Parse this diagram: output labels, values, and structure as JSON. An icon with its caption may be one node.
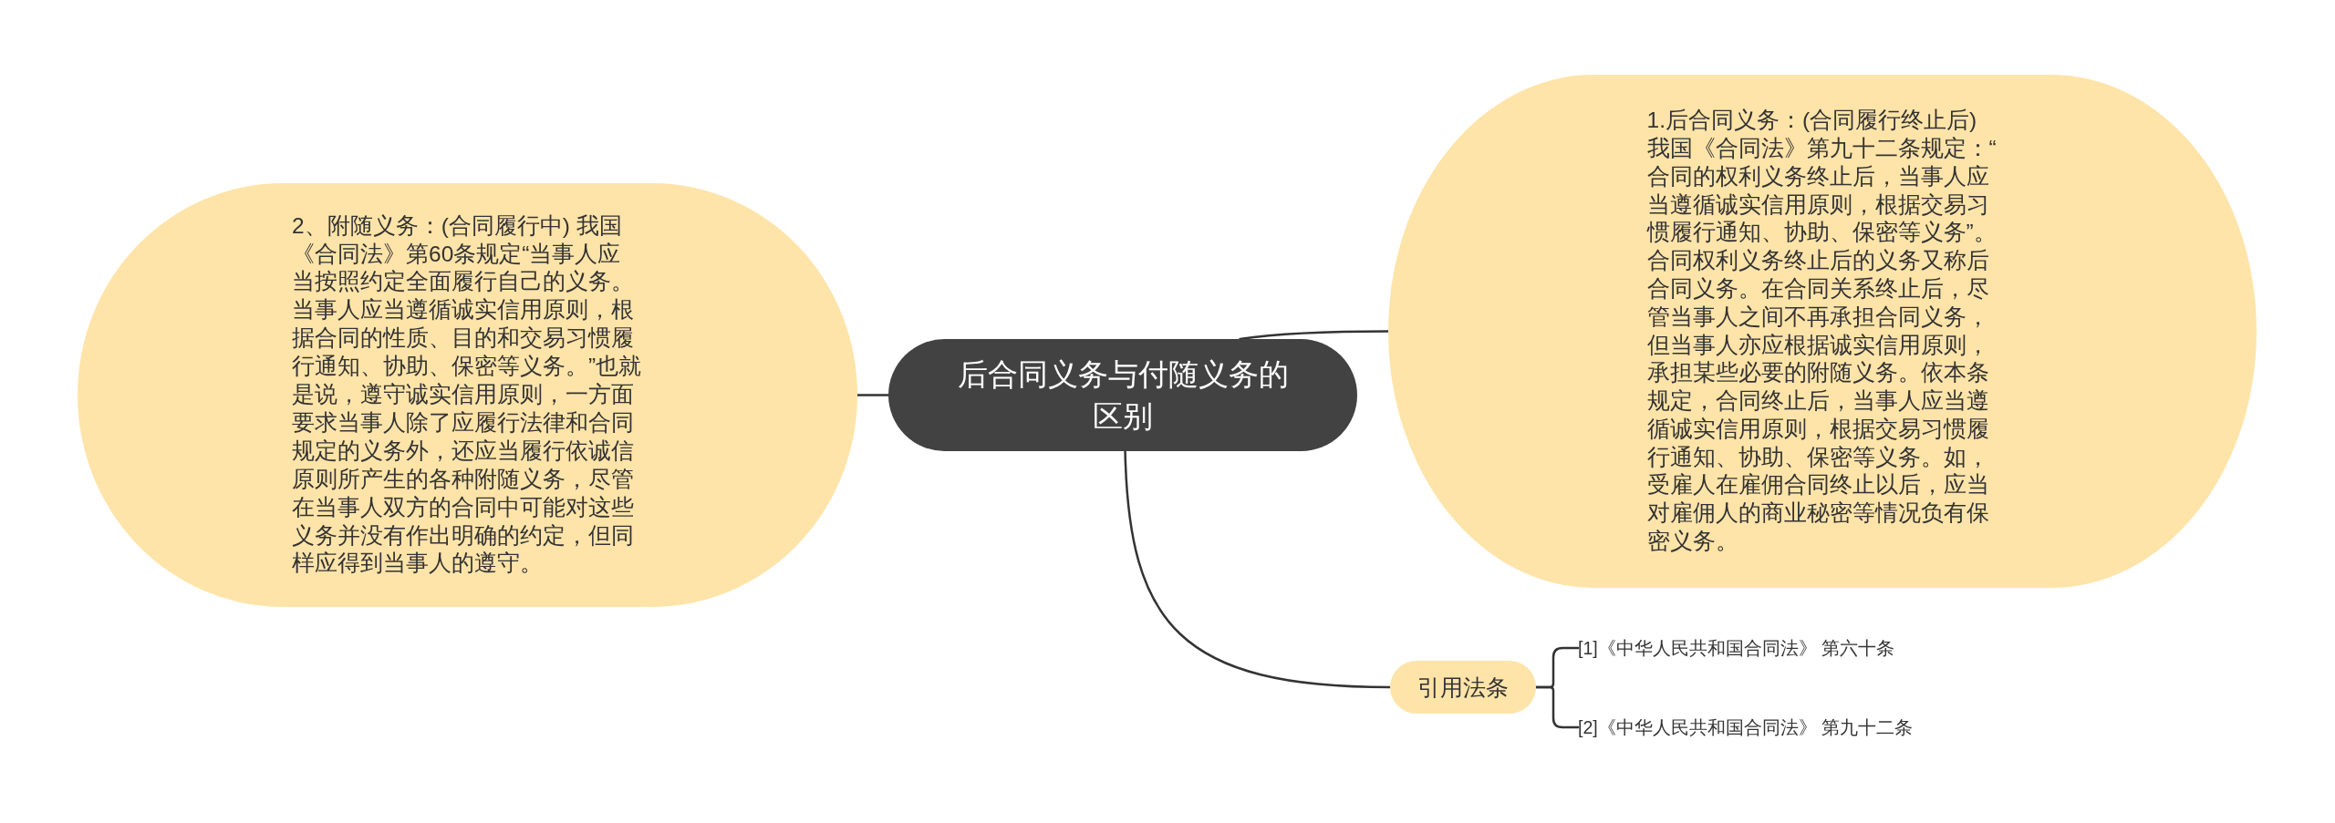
{
  "diagram": {
    "nodes": [
      {
        "text": [
          "后合同义务与付随义务的区别"
        ]
      },
      {
        "text": [
          "1.后合同义务：(合同履行终止后)我国《合同法》第九十二条规定：“合同的权利义务终止后，当事人应当遵循诚实信用原则，根据交易习惯履行通知、协助、保密等义务”。合同权利义务终止后的义务又称后合同义务。在合同关系终止后，尽管当事人之间不再承担合同义务，但当事人亦应根据诚实信用原则，承担某些必要的附随义务。依本条规定，合同终止后，当事人应当遵循诚实信用原则，根据交易习惯履行通知、协助、保密等义务。如，受雇人在雇佣合同终止以后，应当对雇佣人的商业秘密等情况负有保密义务。"
        ]
      },
      {
        "text": [
          "2、附随义务：(合同履行中) 我国《合同法》第60条规定“当事人应当按照约定全面履行自己的义务。当事人应当遵循诚实信用原则，根据合同的性质、目的和交易习惯履行通知、协助、保密等义务。”也就是说，遵守诚实信用原则，一方面要求当事人除了应履行法律和合同规定的义务外，还应当履行依诚信原则所产生的各种附随义务，尽管在当事人双方的合同中可能对这些义务并没有作出明确的约定，但同样应得到当事人的遵守。"
        ]
      },
      {
        "text": [
          "引用法条"
        ]
      },
      {
        "text": [
          "[1]《中华人民共和国合同法》 第六十条"
        ]
      },
      {
        "text": [
          "[2]《中华人民共和国合同法》 第九十二条"
        ]
      }
    ],
    "edges": [
      {
        "from": 0,
        "to": 2,
        "arrow": "none"
      },
      {
        "from": 0,
        "to": 1,
        "arrow": "none"
      },
      {
        "from": 0,
        "to": 3,
        "arrow": "none"
      },
      {
        "from": 3,
        "to": 4,
        "arrow": "none"
      },
      {
        "from": 3,
        "to": 5,
        "arrow": "none"
      }
    ]
  }
}
